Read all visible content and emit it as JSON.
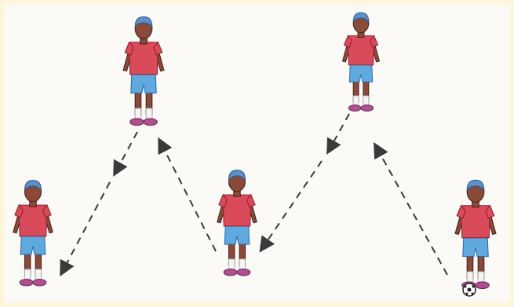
{
  "scene": {
    "description_visible_text": "",
    "players": [
      {
        "name": "player-left-bottom"
      },
      {
        "name": "player-top-left"
      },
      {
        "name": "player-center"
      },
      {
        "name": "player-top-right"
      },
      {
        "name": "player-right-with-ball"
      }
    ],
    "colors": {
      "background_frame": "#fdf5dc",
      "paper": "#fbfaf7",
      "shirt": "#d94a5a",
      "shorts": "#5fa8e0",
      "hair": "#5b8fc9",
      "shoes": "#b0508e"
    }
  }
}
